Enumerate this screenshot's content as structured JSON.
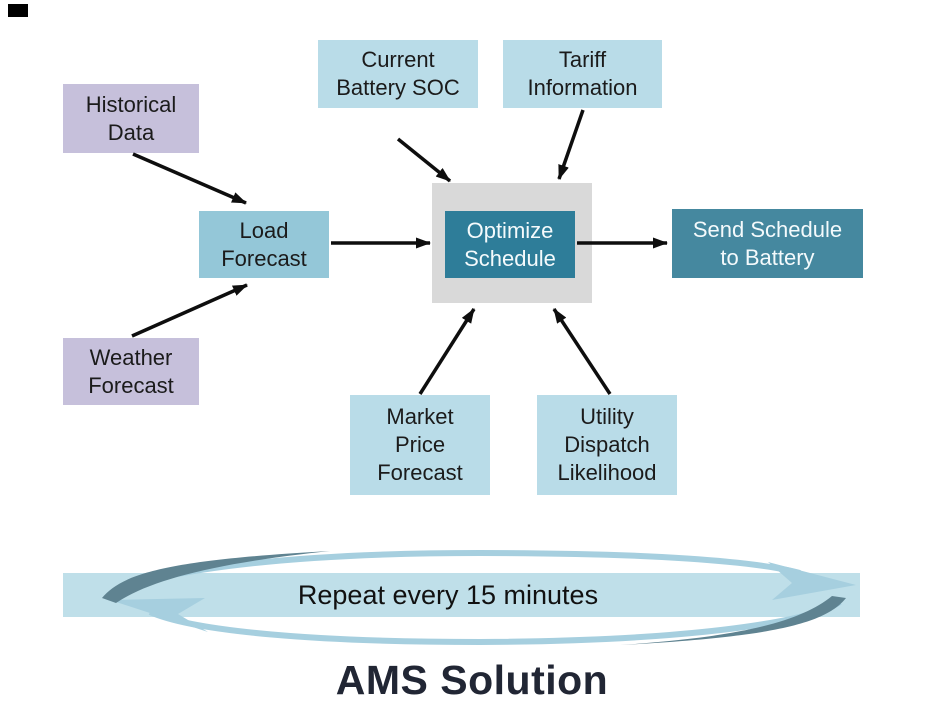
{
  "title": "AMS Solution",
  "cycle": {
    "label": "Repeat every 15 minutes"
  },
  "diagram": {
    "historical": {
      "label": "Historical\nData"
    },
    "current_soc": {
      "label": "Current\nBattery SOC"
    },
    "tariff": {
      "label": "Tariff\nInformation"
    },
    "load_forecast": {
      "label": "Load\nForecast"
    },
    "optimize": {
      "label": "Optimize\nSchedule"
    },
    "send_schedule": {
      "label": "Send Schedule\nto Battery"
    },
    "weather": {
      "label": "Weather\nForecast"
    },
    "market": {
      "label": "Market\nPrice\nForecast"
    },
    "utility": {
      "label": "Utility\nDispatch\nLikelihood"
    }
  },
  "edges": [
    {
      "from": "historical",
      "to": "load_forecast"
    },
    {
      "from": "weather",
      "to": "load_forecast"
    },
    {
      "from": "load_forecast",
      "to": "optimize"
    },
    {
      "from": "current_soc",
      "to": "optimize"
    },
    {
      "from": "tariff",
      "to": "optimize"
    },
    {
      "from": "market",
      "to": "optimize"
    },
    {
      "from": "utility",
      "to": "optimize"
    },
    {
      "from": "optimize",
      "to": "send_schedule"
    }
  ],
  "colors": {
    "pale_blue": "#b9dce8",
    "mid_blue": "#94c7d8",
    "teal": "#2e7d99",
    "teal_light": "#45889f",
    "purple": "#c6c0db",
    "gray": "#d9d9d9",
    "band": "#bfdfe9",
    "cycle_light": "#a6cfdf",
    "cycle_dark": "#5f8391",
    "arrow": "#0e0e0e",
    "title_color": "#212634"
  }
}
